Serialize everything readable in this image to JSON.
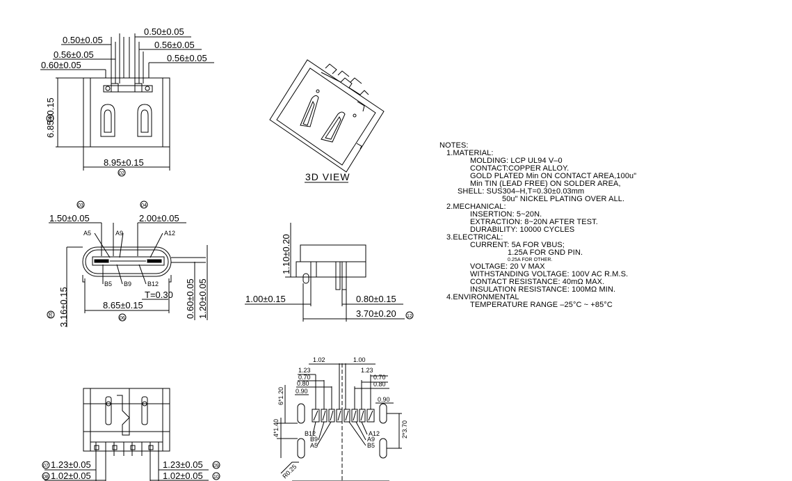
{
  "drawing": {
    "top_view": {
      "dims": {
        "d1": "0.50±0.05",
        "d2": "0.50±0.05",
        "d3": "0.56±0.05",
        "d4": "0.56±0.05",
        "d5": "0.60±0.05",
        "d6": "0.56±0.05",
        "height": "6.85±0.15",
        "width": "8.95±0.15",
        "id_height": "01",
        "id_width": "02"
      }
    },
    "three_d": {
      "caption": "3D VIEW"
    },
    "front_view": {
      "dims": {
        "left_top": "1.50±0.05",
        "right_top": "2.00±0.05",
        "id_left": "03",
        "id_right": "04",
        "thickness": "T=0.30",
        "bottom_width": "8.65±0.15",
        "id_bottom": "06",
        "height": "3.16±0.15",
        "id_height": "05",
        "v_small": "0.60±0.05",
        "v_large": "1.20±0.05"
      },
      "pins": {
        "a5": "A5",
        "a9": "A9",
        "a12": "A12",
        "b5": "B5",
        "b9": "B9",
        "b12": "B12"
      }
    },
    "side_view": {
      "dims": {
        "height": "1.10±0.20",
        "left": "1.00±0.15",
        "right": "0.80±0.15",
        "bottom": "3.70±0.20",
        "id_bottom": "12"
      }
    },
    "bottom_view": {
      "dims": {
        "l1": "1.23±0.05",
        "l2": "1.02±0.05",
        "r1": "1.23±0.05",
        "r2": "1.02±0.05",
        "id_l1": "07",
        "id_l2": "08",
        "id_r1": "09",
        "id_r2": "10"
      }
    },
    "footprint": {
      "dims": {
        "d102": "1.02",
        "d100": "1.00",
        "d123a": "1.23",
        "d123b": "1.23",
        "d070a": "0.70",
        "d070b": "0.70",
        "d080a": "0.80",
        "d080b": "0.80",
        "d090a": "0.90",
        "d090b": "0.90",
        "d6x120": "6*1.20",
        "d4x140": "4*1.40",
        "d2x370": "2*3.70",
        "r025": "R0.25"
      },
      "pins": {
        "b12": "B12",
        "b9": "B9",
        "a5": "A5",
        "a12": "A12",
        "a9": "A9",
        "b5": "B5"
      }
    }
  },
  "notes": {
    "title": "NOTES:",
    "lines": {
      "m": "1.MATERIAL:",
      "m1": "MOLDING: LCP UL94 V–0",
      "m2": "CONTACT:COPPER ALLOY.",
      "m3": "GOLD PLATED Min ON CONTACT AREA,100u\"",
      "m4": "Min TIN (LEAD FREE) ON SOLDER AREA,",
      "m5": "SHELL: SUS304–H,T=0.30±0.03mm",
      "m6": "50u\" NICKEL PLATING OVER ALL.",
      "k": "2.MECHANICAL:",
      "k1": "INSERTION: 5~20N.",
      "k2": "EXTRACTION: 8~20N AFTER TEST.",
      "k3": "DURABILITY: 10000 CYCLES",
      "e": "3.ELECTRICAL:",
      "e1": "CURRENT: 5A FOR VBUS;",
      "e2": "1.25A FOR GND PIN.",
      "e3": "0.25A FOR OTHER.",
      "e4": "VOLTAGE: 20 V MAX",
      "e5": "WITHSTANDING VOLTAGE: 100V AC R.M.S.",
      "e6": "CONTACT RESISTANCE: 40mΩ MAX.",
      "e7": "INSULATION RESISTANCE: 100MΩ MIN.",
      "v": "4.ENVIRONMENTAL",
      "v1": "TEMPERATURE RANGE –25°C ~ +85°C"
    }
  }
}
